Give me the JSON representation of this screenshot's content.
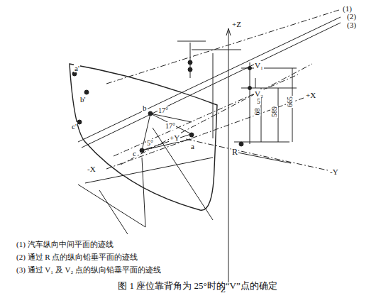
{
  "diagram": {
    "caption": "图 1  座位靠背角为 25°时的“V”点的确定",
    "labels": [
      "(1)",
      "(2)",
      "(3)",
      "+Z",
      "Z",
      "+X",
      "-X",
      "+Y",
      "-Y",
      "R",
      "V₁",
      "V₂",
      "5",
      "68",
      "589",
      "665",
      "a'",
      "b'",
      "c'",
      "b",
      "c",
      "a",
      "17°",
      "17°",
      "5°",
      "(1) 汽车纵向中间平面的迹线",
      "(2) 通过 R 点的纵向铅垂平面的迹线",
      "(3) 通过 V₁ 及 V₂ 点的纵向铅垂平面的迹线"
    ]
  }
}
